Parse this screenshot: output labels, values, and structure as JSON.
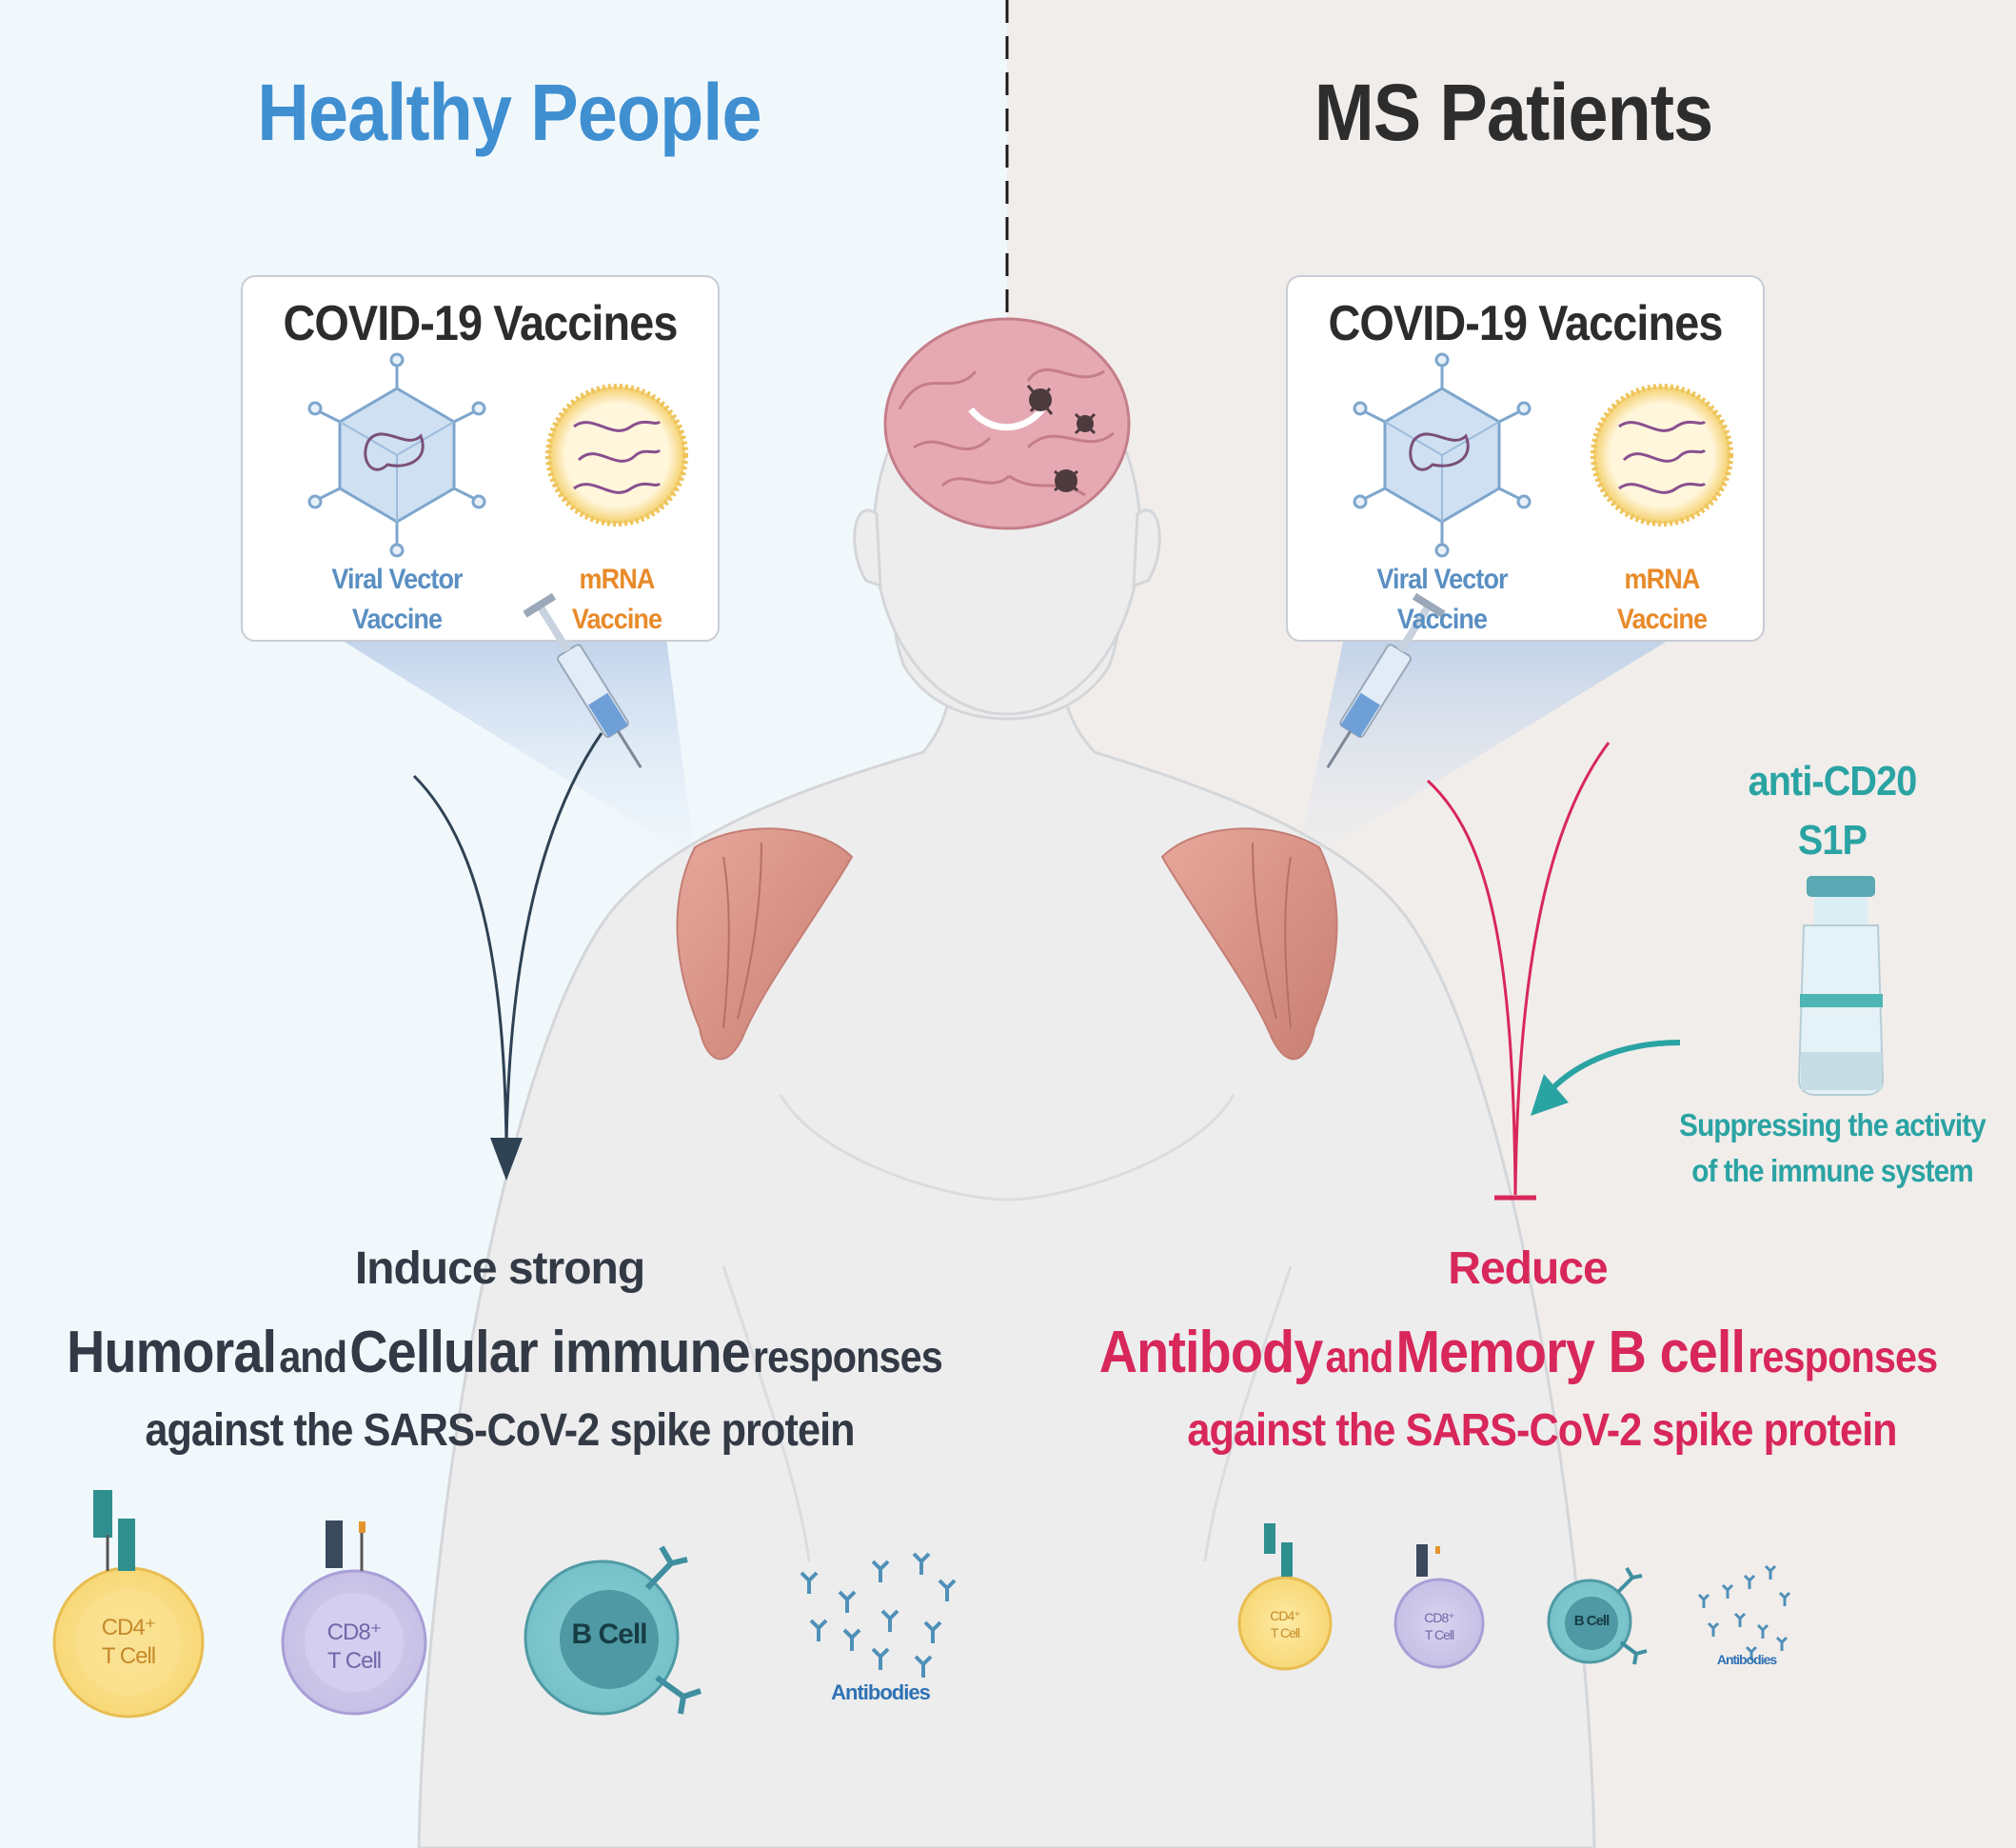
{
  "left_panel": {
    "title": "Healthy People",
    "vaccines_box": {
      "title": "COVID-19 Vaccines",
      "viral_line1": "Viral Vector",
      "viral_line2": "Vaccine",
      "mrna_line1": "mRNA",
      "mrna_line2": "Vaccine"
    },
    "effect_intro": "Induce strong",
    "resp_part1": "Humoral",
    "resp_and": "and",
    "resp_part2": "Cellular immune",
    "resp_tail": "responses",
    "resp_line2": "against the SARS-CoV-2 spike protein",
    "cells": {
      "cd4_line1": "CD4⁺",
      "cd4_line2": "T Cell",
      "cd8_line1": "CD8⁺",
      "cd8_line2": "T Cell",
      "bcell": "B Cell",
      "antibodies": "Antibodies"
    }
  },
  "right_panel": {
    "title": "MS Patients",
    "vaccines_box": {
      "title": "COVID-19 Vaccines",
      "viral_line1": "Viral Vector",
      "viral_line2": "Vaccine",
      "mrna_line1": "mRNA",
      "mrna_line2": "Vaccine"
    },
    "drug_line1": "anti-CD20",
    "drug_line2": "S1P",
    "drug_note_line1": "Suppressing the activity",
    "drug_note_line2": "of the immune system",
    "effect_intro": "Reduce",
    "resp_part1": "Antibody",
    "resp_and": "and",
    "resp_part2": "Memory B cell",
    "resp_tail": "responses",
    "resp_line2": "against the SARS-CoV-2 spike protein",
    "cells": {
      "cd4_line1": "CD4⁺",
      "cd4_line2": "T Cell",
      "cd8_line1": "CD8⁺",
      "cd8_line2": "T Cell",
      "bcell": "B Cell",
      "antibodies": "Antibodies"
    }
  },
  "colors": {
    "left_bg": "#f1f8fc",
    "right_bg": "#f1edeb",
    "healthy_title": "#3f8fd1",
    "ms_title": "#2d2d2d",
    "viral_vector": "#5a8fc2",
    "mrna": "#e88a2a",
    "dark_text": "#333a45",
    "red_text": "#d8275a",
    "teal": "#2aa3a3",
    "muscle": "#d98f84"
  }
}
